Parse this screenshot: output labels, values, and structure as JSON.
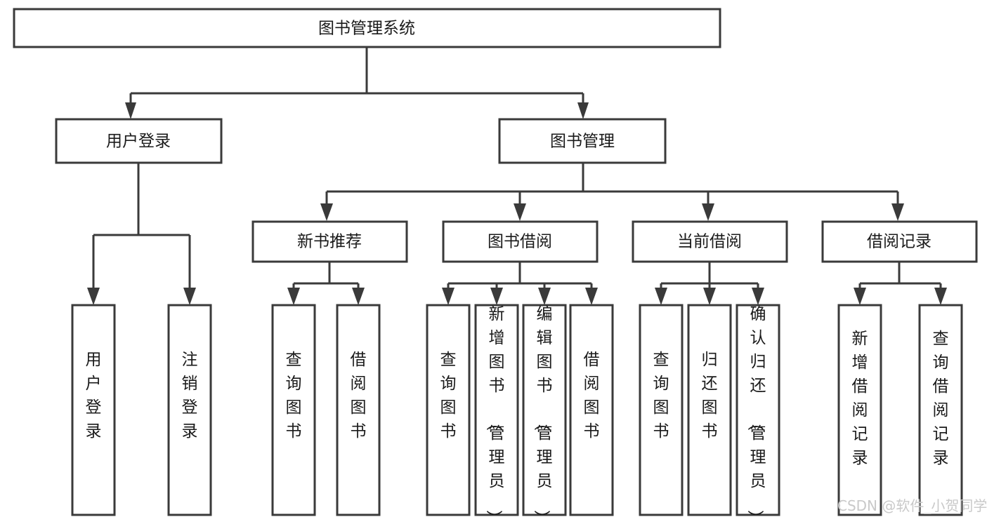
{
  "diagram": {
    "title": "图书管理系统",
    "type": "tree-hierarchy-flowchart",
    "colors": {
      "box_stroke": "#3a3a3a",
      "box_fill": "#ffffff",
      "connector": "#3a3a3a",
      "text": "#1a1a1a",
      "watermark": "#c9c9c9",
      "background": "#ffffff"
    },
    "root": {
      "label": "图书管理系统"
    },
    "level2": [
      {
        "label": "用户登录"
      },
      {
        "label": "图书管理"
      }
    ],
    "level3": [
      {
        "label": "新书推荐"
      },
      {
        "label": "图书借阅"
      },
      {
        "label": "当前借阅"
      },
      {
        "label": "借阅记录"
      }
    ],
    "leaves": {
      "user_login": [
        {
          "label": "用户登录"
        },
        {
          "label": "注销登录"
        }
      ],
      "new_book_recommend": [
        {
          "label": "查询图书"
        },
        {
          "label": "借阅图书"
        }
      ],
      "book_borrow": [
        {
          "label": "查询图书"
        },
        {
          "label": "新增图书（管理员）"
        },
        {
          "label": "编辑图书（管理员）"
        },
        {
          "label": "借阅图书"
        }
      ],
      "current_borrow": [
        {
          "label": "查询图书"
        },
        {
          "label": "归还图书"
        },
        {
          "label": "确认归还（管理员）"
        }
      ],
      "borrow_record": [
        {
          "label": "新增借阅记录"
        },
        {
          "label": "查询借阅记录"
        }
      ]
    }
  },
  "watermark": {
    "text": "CSDN @软件_小贺同学"
  }
}
